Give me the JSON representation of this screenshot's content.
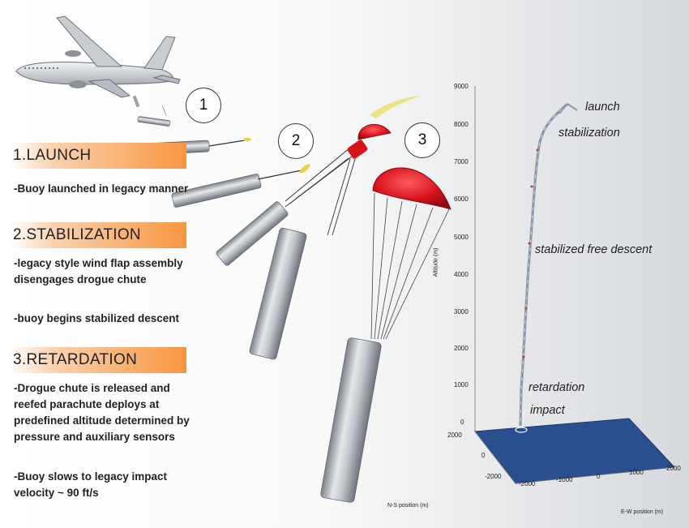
{
  "stages": [
    {
      "number": "1",
      "title": "1.LAUNCH",
      "descriptions": [
        "-Buoy launched in legacy manner"
      ]
    },
    {
      "number": "2",
      "title": "2.STABILIZATION",
      "descriptions": [
        "-legacy style wind flap assembly disengages drogue chute",
        "-buoy begins stabilized descent"
      ]
    },
    {
      "number": "3",
      "title": "3.RETARDATION",
      "descriptions": [
        "-Drogue chute is released and reefed parachute deploys at predefined altitude determined by pressure and auxiliary sensors",
        "-Buoy slows to legacy impact velocity ~ 90 ft/s"
      ]
    }
  ],
  "trajectory_plot": {
    "phase_labels": [
      "launch",
      "stabilization",
      "stabilized free descent",
      "retardation",
      "impact"
    ],
    "z_axis_title": "Altitude (m)",
    "z_ticks": [
      "9000",
      "8000",
      "7000",
      "6000",
      "5000",
      "4000",
      "3000",
      "2000",
      "1000",
      "0"
    ],
    "ns_axis_title": "N-S position (m)",
    "ns_ticks": [
      "2000",
      "0",
      "-2000"
    ],
    "ew_axis_title": "E-W position (m)",
    "ew_ticks": [
      "-2000",
      "-1000",
      "0",
      "1000",
      "2000"
    ],
    "ground_color": "#2a4f8f"
  },
  "colors": {
    "stage_bar": "#f7963f",
    "parachute": "#d8121b",
    "buoy_body": "#b9bcc2"
  }
}
